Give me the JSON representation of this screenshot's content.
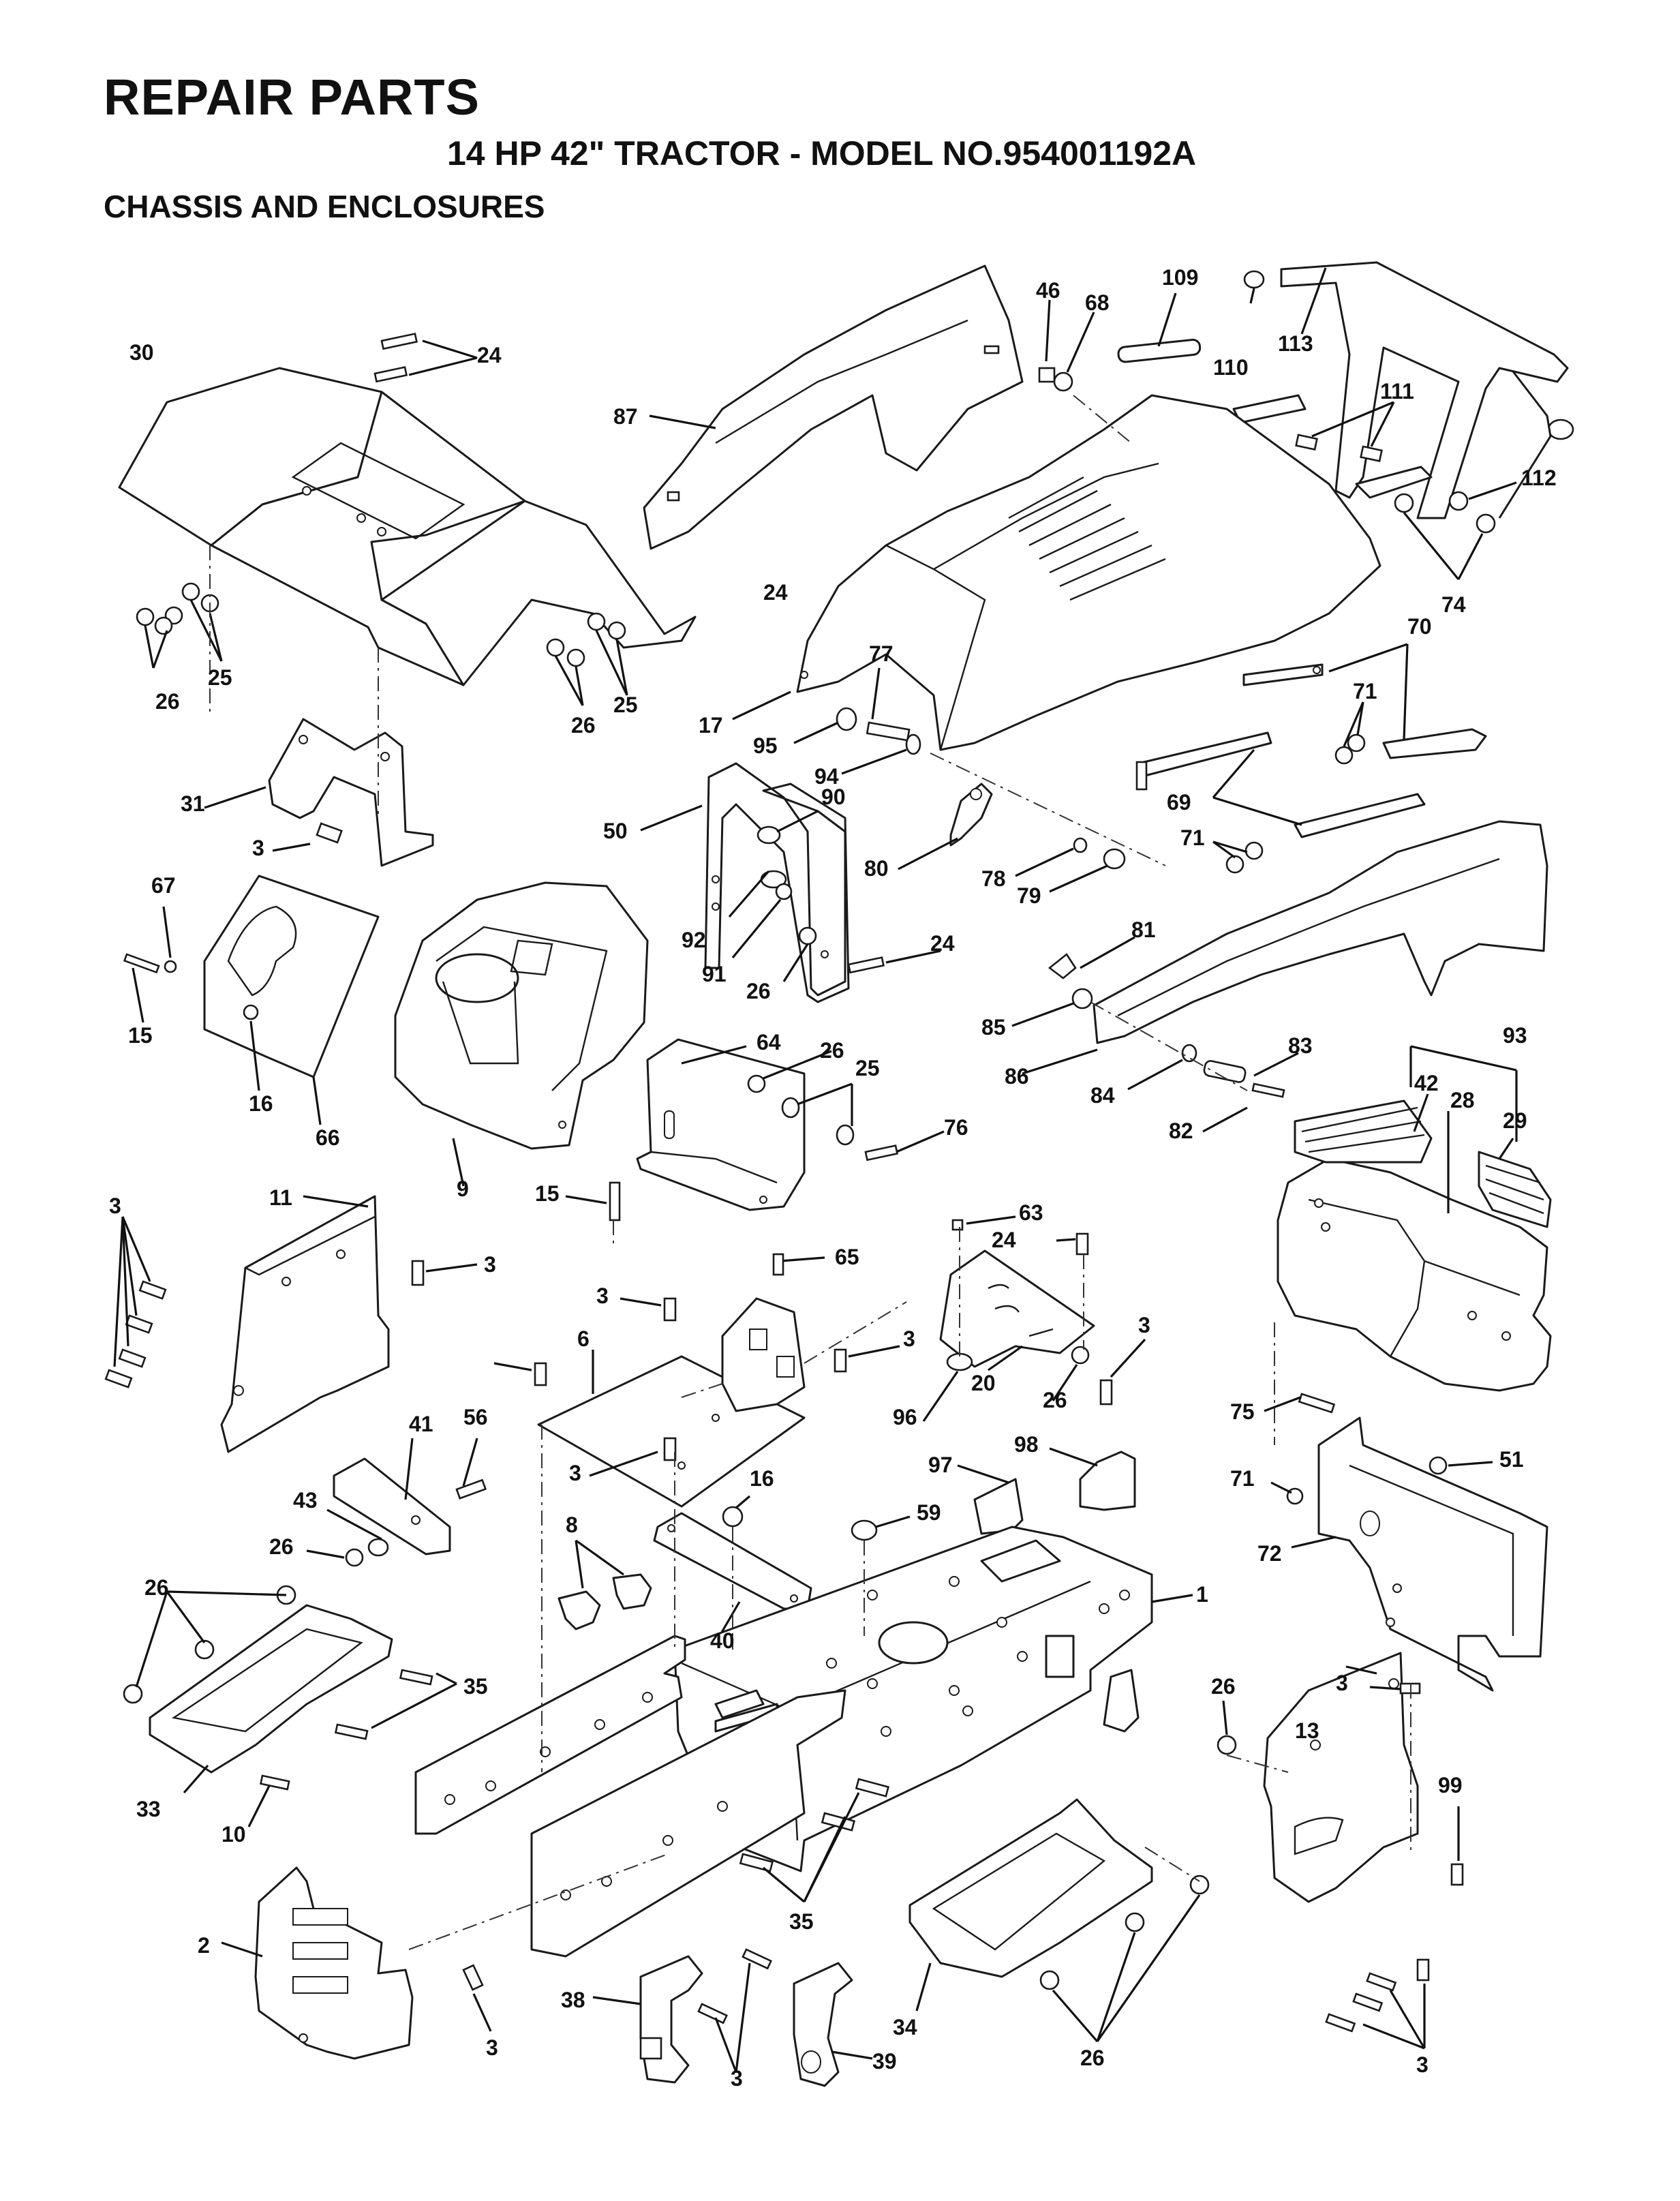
{
  "header": {
    "title": "REPAIR PARTS",
    "subtitle": "14 HP 42\" TRACTOR - MODEL NO.954001192A",
    "section": "CHASSIS AND ENCLOSURES"
  },
  "callouts": [
    {
      "id": "c-30",
      "label": "30"
    },
    {
      "id": "c-24a",
      "label": "24"
    },
    {
      "id": "c-87",
      "label": "87"
    },
    {
      "id": "c-46",
      "label": "46"
    },
    {
      "id": "c-68",
      "label": "68"
    },
    {
      "id": "c-109",
      "label": "109"
    },
    {
      "id": "c-110",
      "label": "110"
    },
    {
      "id": "c-113",
      "label": "113"
    },
    {
      "id": "c-111",
      "label": "111"
    },
    {
      "id": "c-112",
      "label": "112"
    },
    {
      "id": "c-74",
      "label": "74"
    },
    {
      "id": "c-24b",
      "label": "24"
    },
    {
      "id": "c-26a",
      "label": "26"
    },
    {
      "id": "c-25a",
      "label": "25"
    },
    {
      "id": "c-26b",
      "label": "26"
    },
    {
      "id": "c-25b",
      "label": "25"
    },
    {
      "id": "c-17",
      "label": "17"
    },
    {
      "id": "c-77",
      "label": "77"
    },
    {
      "id": "c-70",
      "label": "70"
    },
    {
      "id": "c-71a",
      "label": "71"
    },
    {
      "id": "c-95",
      "label": "95"
    },
    {
      "id": "c-94",
      "label": "94"
    },
    {
      "id": "c-90",
      "label": "90"
    },
    {
      "id": "c-31",
      "label": "31"
    },
    {
      "id": "c-50",
      "label": "50"
    },
    {
      "id": "c-69",
      "label": "69"
    },
    {
      "id": "c-3a",
      "label": "3"
    },
    {
      "id": "c-71b",
      "label": "71"
    },
    {
      "id": "c-80",
      "label": "80"
    },
    {
      "id": "c-78",
      "label": "78"
    },
    {
      "id": "c-79",
      "label": "79"
    },
    {
      "id": "c-67",
      "label": "67"
    },
    {
      "id": "c-92",
      "label": "92"
    },
    {
      "id": "c-24c",
      "label": "24"
    },
    {
      "id": "c-81",
      "label": "81"
    },
    {
      "id": "c-91",
      "label": "91"
    },
    {
      "id": "c-26c",
      "label": "26"
    },
    {
      "id": "c-15a",
      "label": "15"
    },
    {
      "id": "c-85",
      "label": "85"
    },
    {
      "id": "c-64",
      "label": "64"
    },
    {
      "id": "c-26d",
      "label": "26"
    },
    {
      "id": "c-25c",
      "label": "25"
    },
    {
      "id": "c-93",
      "label": "93"
    },
    {
      "id": "c-83",
      "label": "83"
    },
    {
      "id": "c-86",
      "label": "86"
    },
    {
      "id": "c-84",
      "label": "84"
    },
    {
      "id": "c-42",
      "label": "42"
    },
    {
      "id": "c-28",
      "label": "28"
    },
    {
      "id": "c-16a",
      "label": "16"
    },
    {
      "id": "c-76",
      "label": "76"
    },
    {
      "id": "c-82",
      "label": "82"
    },
    {
      "id": "c-29",
      "label": "29"
    },
    {
      "id": "c-66",
      "label": "66"
    },
    {
      "id": "c-9",
      "label": "9"
    },
    {
      "id": "c-15b",
      "label": "15"
    },
    {
      "id": "c-11",
      "label": "11"
    },
    {
      "id": "c-63",
      "label": "63"
    },
    {
      "id": "c-3b",
      "label": "3"
    },
    {
      "id": "c-24d",
      "label": "24"
    },
    {
      "id": "c-65",
      "label": "65"
    },
    {
      "id": "c-3c",
      "label": "3"
    },
    {
      "id": "c-3d",
      "label": "3"
    },
    {
      "id": "c-3e",
      "label": "3"
    },
    {
      "id": "c-3f",
      "label": "3"
    },
    {
      "id": "c-6",
      "label": "6"
    },
    {
      "id": "c-20",
      "label": "20"
    },
    {
      "id": "c-26e",
      "label": "26"
    },
    {
      "id": "c-96",
      "label": "96"
    },
    {
      "id": "c-75",
      "label": "75"
    },
    {
      "id": "c-41",
      "label": "41"
    },
    {
      "id": "c-56",
      "label": "56"
    },
    {
      "id": "c-98",
      "label": "98"
    },
    {
      "id": "c-51",
      "label": "51"
    },
    {
      "id": "c-3g",
      "label": "3"
    },
    {
      "id": "c-16b",
      "label": "16"
    },
    {
      "id": "c-97",
      "label": "97"
    },
    {
      "id": "c-71c",
      "label": "71"
    },
    {
      "id": "c-43",
      "label": "43"
    },
    {
      "id": "c-8",
      "label": "8"
    },
    {
      "id": "c-59",
      "label": "59"
    },
    {
      "id": "c-72",
      "label": "72"
    },
    {
      "id": "c-26f",
      "label": "26"
    },
    {
      "id": "c-26g",
      "label": "26"
    },
    {
      "id": "c-1",
      "label": "1"
    },
    {
      "id": "c-40",
      "label": "40"
    },
    {
      "id": "c-35a",
      "label": "35"
    },
    {
      "id": "c-26h",
      "label": "26"
    },
    {
      "id": "c-3h",
      "label": "3"
    },
    {
      "id": "c-13",
      "label": "13"
    },
    {
      "id": "c-33",
      "label": "33"
    },
    {
      "id": "c-10",
      "label": "10"
    },
    {
      "id": "c-99",
      "label": "99"
    },
    {
      "id": "c-2",
      "label": "2"
    },
    {
      "id": "c-35b",
      "label": "35"
    },
    {
      "id": "c-34",
      "label": "34"
    },
    {
      "id": "c-38",
      "label": "38"
    },
    {
      "id": "c-3i",
      "label": "3"
    },
    {
      "id": "c-39",
      "label": "39"
    },
    {
      "id": "c-3j",
      "label": "3"
    },
    {
      "id": "c-26i",
      "label": "26"
    },
    {
      "id": "c-3k",
      "label": "3"
    },
    {
      "id": "c-3l",
      "label": "3"
    }
  ]
}
